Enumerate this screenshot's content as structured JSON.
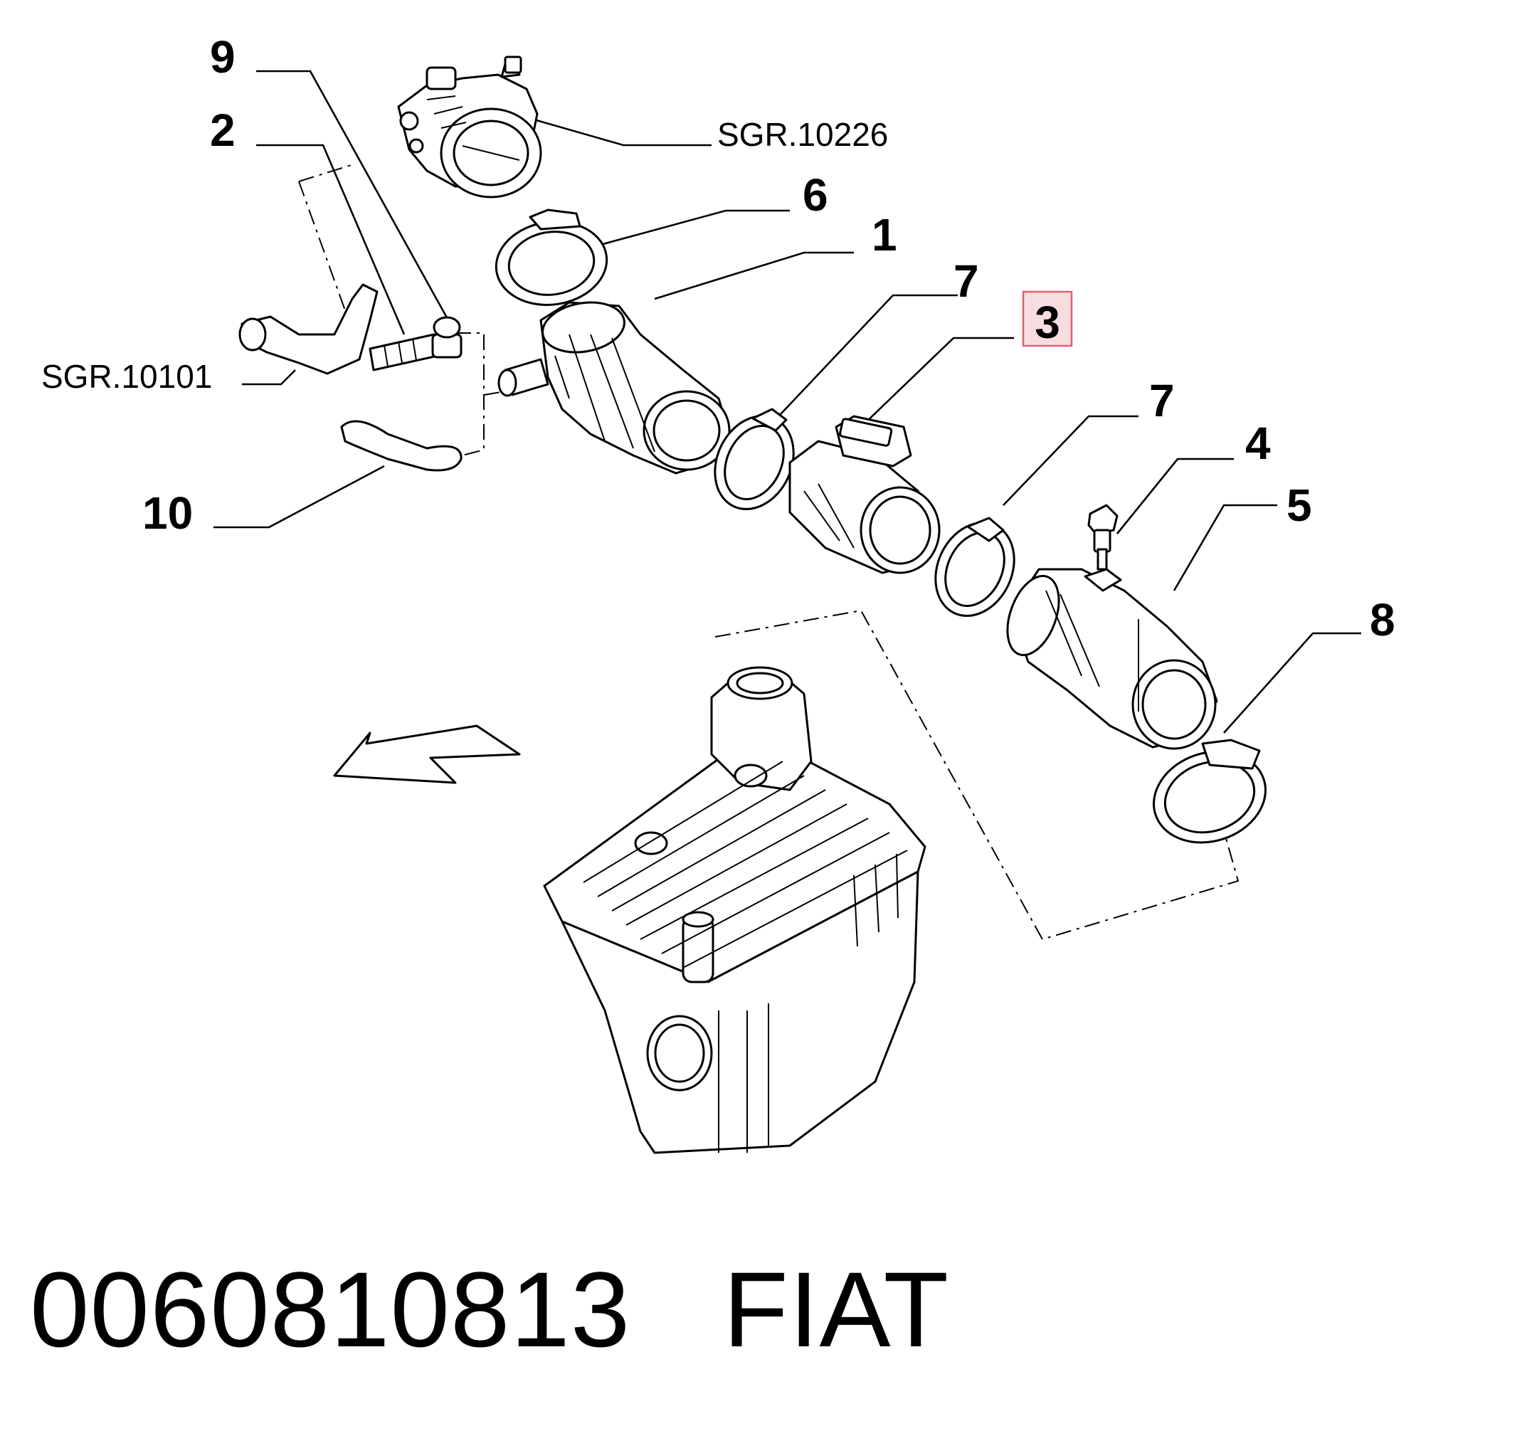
{
  "callouts": {
    "p9": "9",
    "p2": "2",
    "p6": "6",
    "p1": "1",
    "p7a": "7",
    "p3": "3",
    "p7b": "7",
    "p4": "4",
    "p5": "5",
    "p8": "8",
    "p10": "10"
  },
  "references": {
    "throttle_group": "SGR.10226",
    "hose_group": "SGR.10101"
  },
  "highlight": {
    "callout": "3",
    "border_color": "#e06070",
    "fill_color": "#f7dde0",
    "text_color": "#5a4a55"
  },
  "footer": {
    "part_number": "0060810813",
    "brand": "FIAT"
  }
}
